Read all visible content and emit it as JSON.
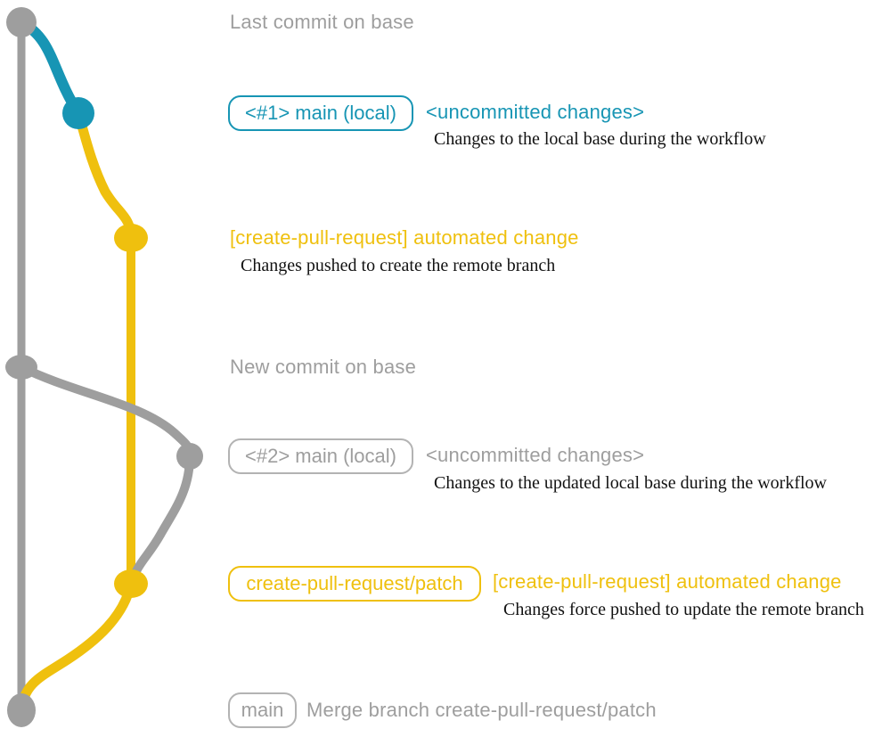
{
  "colors": {
    "gray": "#9E9E9E",
    "teal": "#1795B4",
    "yellow": "#EFC00E",
    "description_text": "#121212"
  },
  "rows": {
    "last_commit": {
      "label": "Last commit on base"
    },
    "local1": {
      "branch_label": "<#1> main (local)",
      "status": "<uncommitted changes>",
      "description": "Changes to the local base during the workflow"
    },
    "automated1": {
      "label": "[create-pull-request] automated change",
      "description": "Changes pushed to create the remote branch"
    },
    "new_commit": {
      "label": "New commit on base"
    },
    "local2": {
      "branch_label": "<#2> main (local)",
      "status": "<uncommitted changes>",
      "description": "Changes to the updated local base during the workflow"
    },
    "automated2": {
      "branch_label": "create-pull-request/patch",
      "label": "[create-pull-request] automated change",
      "description": "Changes force pushed to update the remote branch"
    },
    "merge": {
      "branch_label": "main",
      "label": "Merge branch create-pull-request/patch"
    }
  }
}
